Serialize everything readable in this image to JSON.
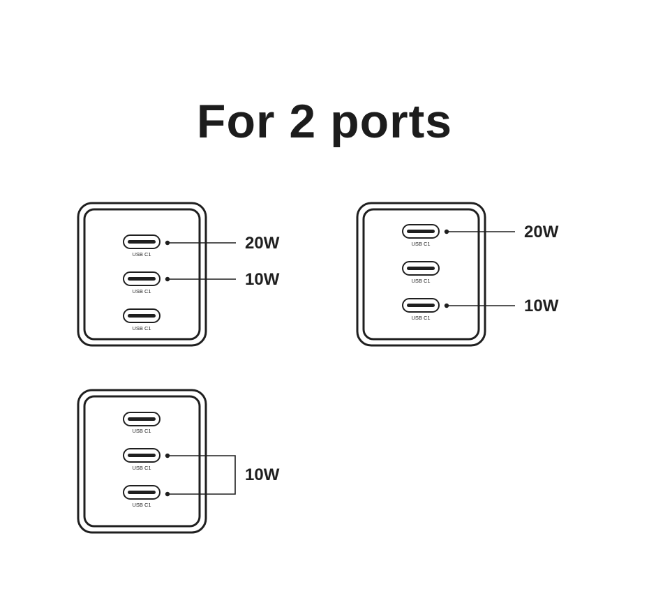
{
  "title": "For 2 ports",
  "port_label": "USB C1",
  "chargers": [
    {
      "ports": [
        "USB C1",
        "USB C1",
        "USB C1"
      ],
      "labels": [
        "20W",
        "10W"
      ]
    },
    {
      "ports": [
        "USB C1",
        "USB C1",
        "USB C1"
      ],
      "labels": [
        "20W",
        "10W"
      ]
    },
    {
      "ports": [
        "USB C1",
        "USB C1",
        "USB C1"
      ],
      "labels": [
        "10W"
      ]
    }
  ]
}
